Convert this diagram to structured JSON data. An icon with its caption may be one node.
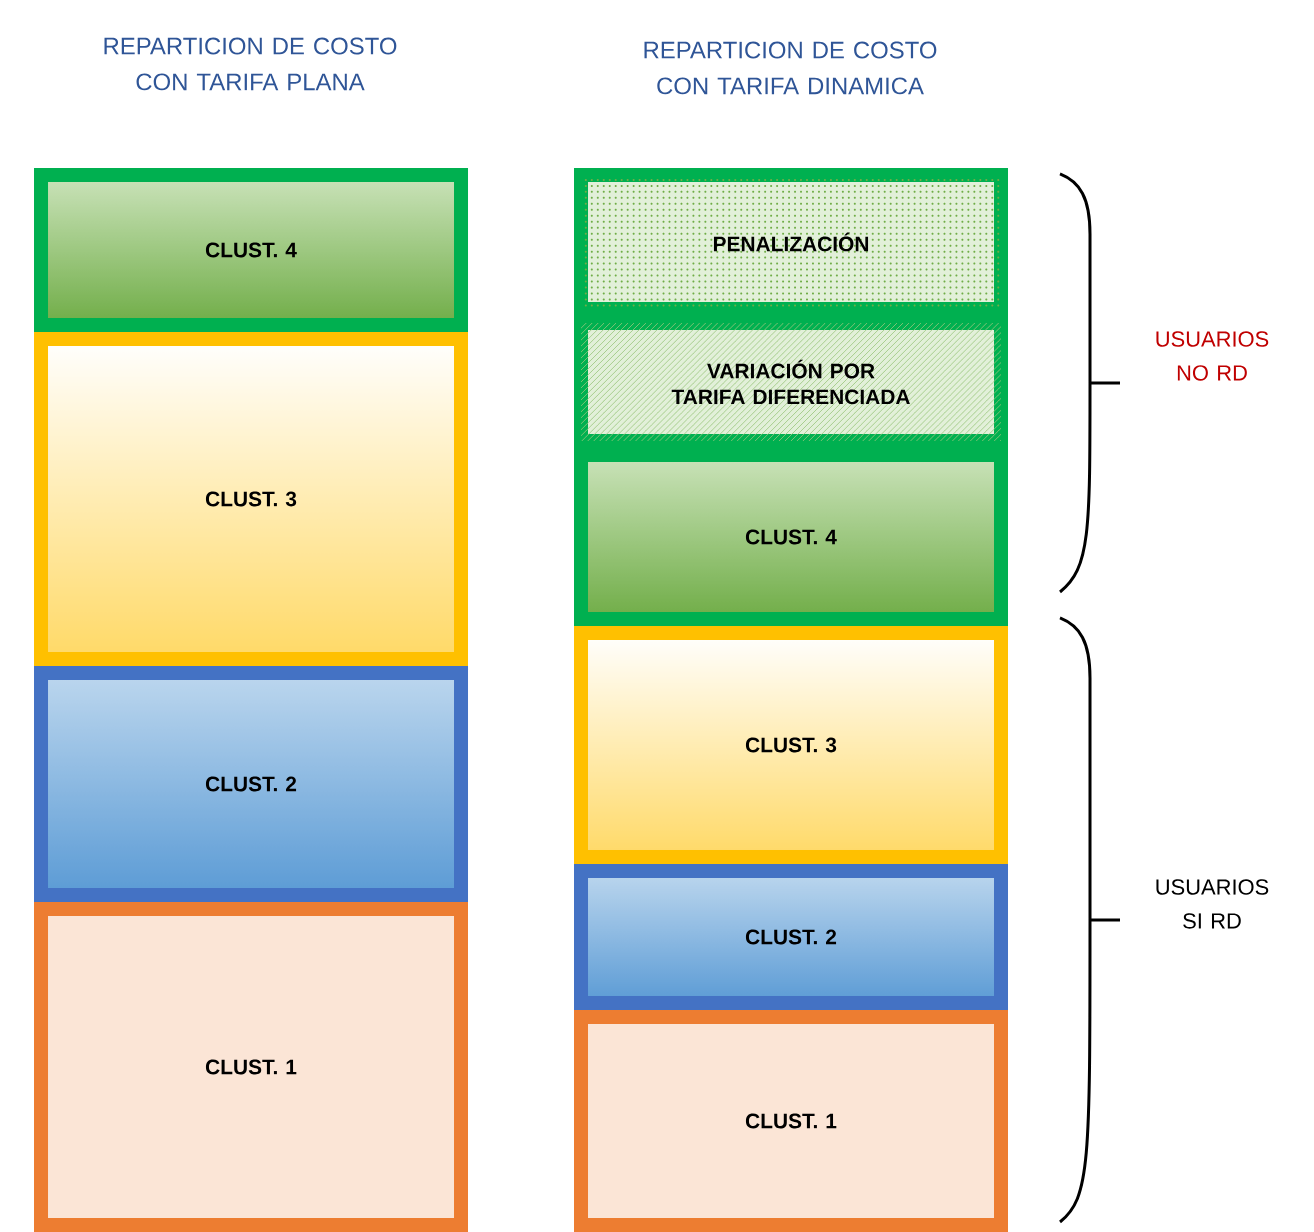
{
  "diagram": {
    "nodes": [
      {
        "text": [
          "CLUST. 4"
        ]
      },
      {
        "text": [
          "CLUST. 3"
        ]
      },
      {
        "text": [
          "CLUST. 2"
        ]
      },
      {
        "text": [
          "CLUST. 1"
        ]
      },
      {
        "text": [
          "PENALIZACIÓN"
        ]
      },
      {
        "text": [
          "VARIACIÓN POR TARIFA DIFERENCIADA"
        ]
      },
      {
        "text": [
          "CLUST. 4"
        ]
      },
      {
        "text": [
          "CLUST. 3"
        ]
      },
      {
        "text": [
          "CLUST. 2"
        ]
      },
      {
        "text": [
          "CLUST. 1"
        ]
      }
    ],
    "labels": [
      "REPARTICION DE COSTO CON TARIFA PLANA",
      "REPARTICION DE COSTO CON TARIFA DINAMICA",
      "USUARIOS NO RD",
      "USUARIOS SI RD"
    ]
  }
}
